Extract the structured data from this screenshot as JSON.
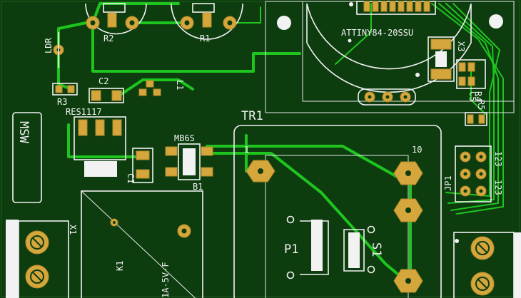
{
  "labels": {
    "r2": "R2",
    "r1": "R1",
    "ldr": "LDR",
    "c2": "C2",
    "r3": "R3",
    "reg": "RES1117",
    "c1": "C1",
    "l1": "L1",
    "mb6s": "MB6S",
    "b1": "B1",
    "tr1": "TR1",
    "pin1": "1",
    "pin10": "10",
    "p1": "P1",
    "s1": "S1",
    "k1": "K1",
    "x1": "X1",
    "relay": "1A-5V-F",
    "mcu": "ATTINY84-20SSU",
    "x3": "X3",
    "r4": "R4",
    "jp1": "JP1",
    "jp_123a": "123",
    "jp_123b": "123",
    "mirrored_logo": "MSW",
    "r5": "R5",
    "c5": "C5"
  }
}
